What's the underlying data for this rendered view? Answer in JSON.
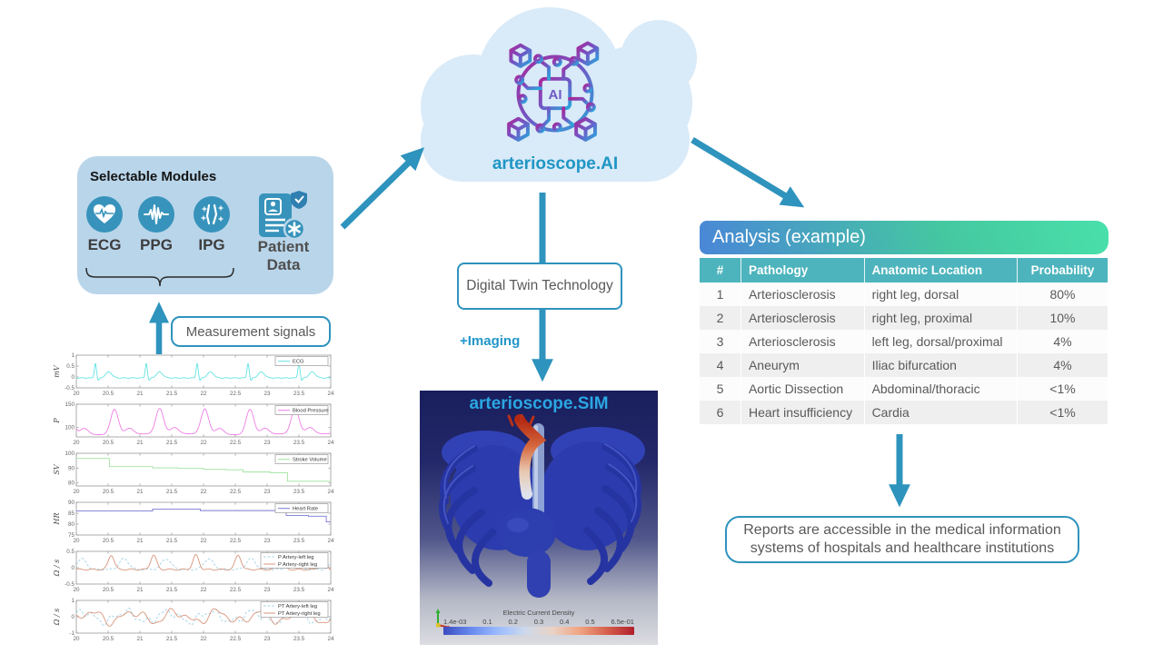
{
  "cloud": {
    "title": "arterioscope.AI",
    "ai_icon": "ai-chip-icon"
  },
  "modules": {
    "title": "Selectable Modules",
    "items": [
      {
        "label": "ECG",
        "icon": "ecg-heart-icon"
      },
      {
        "label": "PPG",
        "icon": "ppg-pulse-icon"
      },
      {
        "label": "IPG",
        "icon": "ipg-legs-icon"
      }
    ],
    "patient_label": "Patient Data",
    "patient_icon": "patient-record-icon"
  },
  "flow": {
    "measurement_label": "Measurement signals",
    "digital_twin_label": "Digital Twin Technology",
    "imaging_label": "+Imaging"
  },
  "reports": {
    "text": "Reports are accessible in the medical information systems of hospitals and healthcare institutions"
  },
  "analysis": {
    "title": "Analysis (example)",
    "columns": [
      "#",
      "Pathology",
      "Anatomic Location",
      "Probability"
    ],
    "rows": [
      [
        "1",
        "Arteriosclerosis",
        "right leg, dorsal",
        "80%"
      ],
      [
        "2",
        "Arteriosclerosis",
        "right leg, proximal",
        "10%"
      ],
      [
        "3",
        "Arteriosclerosis",
        "left leg, dorsal/proximal",
        "4%"
      ],
      [
        "4",
        "Aneurym",
        "Iliac bifurcation",
        "4%"
      ],
      [
        "5",
        "Aortic Dissection",
        "Abdominal/thoracic",
        "<1%"
      ],
      [
        "6",
        "Heart insufficiency",
        "Cardia",
        "<1%"
      ]
    ]
  },
  "sim": {
    "title": "arterioscope.SIM",
    "colorbar": {
      "title": "Electric Current Density",
      "ticks": [
        "1.4e-03",
        "0.1",
        "0.2",
        "0.3",
        "0.4",
        "0.5",
        "6.5e-01"
      ]
    }
  },
  "colors": {
    "accent_teal": "#2e93bd",
    "cloud_fill": "#d9eaf8",
    "modules_fill": "#b9d5ea",
    "icon_circle": "#3793bb",
    "table_header": "#4db4bd",
    "title_gradient": [
      "#4a86d8",
      "#49e0aa"
    ],
    "sim_title": "#2ba6e2",
    "ai_text": "#1f96c4"
  },
  "chart_data": [
    {
      "type": "line",
      "ylabel": "mV",
      "legend": [
        "ECG"
      ],
      "colors": [
        "#63e2e2"
      ],
      "dashed": [
        false
      ],
      "xlim": [
        20,
        24
      ],
      "ylim": [
        -0.5,
        1
      ],
      "xticks": [
        "20",
        "20.5",
        "21",
        "21.5",
        "22",
        "22.5",
        "23",
        "23.5",
        "24"
      ],
      "ytick_vals": [
        -0.5,
        0,
        0.5,
        1
      ],
      "yticks": [
        "-0.5",
        "0",
        "0.5",
        "1"
      ],
      "signal": "ecg",
      "beats": [
        20.3,
        21.1,
        21.9,
        22.7,
        23.5
      ]
    },
    {
      "type": "line",
      "ylabel": "P",
      "legend": [
        "Blood Pressure"
      ],
      "colors": [
        "#ee7de4"
      ],
      "dashed": [
        false
      ],
      "xlim": [
        20,
        24
      ],
      "ylim": [
        80,
        150
      ],
      "xticks": [
        "20",
        "20.5",
        "21",
        "21.5",
        "22",
        "22.5",
        "23",
        "23.5",
        "24"
      ],
      "ytick_vals": [
        100,
        150
      ],
      "yticks": [
        "100",
        "150"
      ],
      "signal": "bp",
      "period": 0.71,
      "systolic": 140,
      "diastolic": 85
    },
    {
      "type": "line",
      "ylabel": "SV",
      "legend": [
        "Stroke Volume"
      ],
      "colors": [
        "#9fe39f"
      ],
      "dashed": [
        false
      ],
      "xlim": [
        20,
        24
      ],
      "ylim": [
        78,
        100
      ],
      "xticks": [
        "20",
        "20.5",
        "21",
        "21.5",
        "22",
        "22.5",
        "23",
        "23.5",
        "24"
      ],
      "ytick_vals": [
        80,
        90,
        100
      ],
      "yticks": [
        "80",
        "90",
        "100"
      ],
      "signal": "steps",
      "steps": [
        [
          20,
          96.5
        ],
        [
          20.52,
          91
        ],
        [
          21.2,
          90.2
        ],
        [
          21.6,
          89.8
        ],
        [
          22.0,
          89.2
        ],
        [
          22.35,
          88.9
        ],
        [
          22.62,
          87.4
        ],
        [
          23.05,
          86.9
        ],
        [
          23.32,
          81.2
        ],
        [
          24,
          81
        ]
      ]
    },
    {
      "type": "line",
      "ylabel": "HR",
      "legend": [
        "Heart Rate"
      ],
      "colors": [
        "#7a7ad6"
      ],
      "dashed": [
        false
      ],
      "xlim": [
        20,
        24
      ],
      "ylim": [
        75,
        90
      ],
      "xticks": [
        "20",
        "20.5",
        "21",
        "21.5",
        "22",
        "22.5",
        "23",
        "23.5",
        "24"
      ],
      "ytick_vals": [
        75,
        80,
        85,
        90
      ],
      "yticks": [
        "75",
        "80",
        "85",
        "90"
      ],
      "signal": "steps",
      "steps": [
        [
          20,
          86
        ],
        [
          21.2,
          86.9
        ],
        [
          21.95,
          86.2
        ],
        [
          23.3,
          84
        ],
        [
          23.65,
          83.6
        ],
        [
          23.93,
          81
        ],
        [
          24,
          81
        ]
      ]
    },
    {
      "type": "line",
      "ylabel": "Ω / s",
      "legend": [
        "P Artery-left leg",
        "P Artery-right leg"
      ],
      "colors": [
        "#9fd0e6",
        "#d8957c"
      ],
      "dashed": [
        true,
        false
      ],
      "xlim": [
        20,
        24
      ],
      "ylim": [
        -0.5,
        0.5
      ],
      "xticks": [
        "20",
        "20.5",
        "21",
        "21.5",
        "22",
        "22.5",
        "23",
        "23.5",
        "24"
      ],
      "ytick_vals": [
        -0.5,
        0,
        0.5
      ],
      "yticks": [
        "-0.5",
        "0",
        "0.5"
      ],
      "signal": "p2",
      "period": 0.665
    },
    {
      "type": "line",
      "ylabel": "Ω / s",
      "legend": [
        "PT Artery-left leg",
        "PT Artery-right leg"
      ],
      "colors": [
        "#9fd0e6",
        "#d8957c"
      ],
      "dashed": [
        true,
        false
      ],
      "xlim": [
        20,
        24
      ],
      "ylim": [
        -1,
        1
      ],
      "xticks": [
        "20",
        "20.5",
        "21",
        "21.5",
        "22",
        "22.5",
        "23",
        "23.5",
        "24"
      ],
      "ytick_vals": [
        -1,
        0,
        1
      ],
      "yticks": [
        "-1",
        "0",
        "1"
      ],
      "signal": "pt2"
    }
  ]
}
